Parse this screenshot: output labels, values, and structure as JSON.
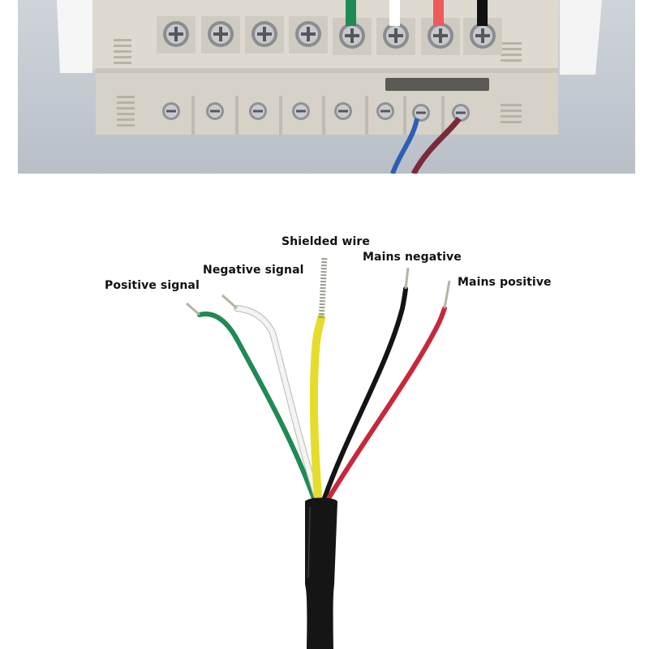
{
  "labels": {
    "positive_signal": "Positive signal",
    "negative_signal": "Negative signal",
    "shielded_wire": "Shielded wire",
    "mains_negative": "Mains negative",
    "mains_positive": "Mains positive"
  },
  "wire_colors": {
    "positive_signal": "#1f8a55",
    "negative_signal": "#f4f4f2",
    "shielded_wire": "#e6dc2a",
    "mains_negative": "#141414",
    "mains_positive": "#c8283c"
  },
  "terminal_indicator_colors": [
    "#1f8a55",
    "#ffffff",
    "#ee5a5a",
    "#111111"
  ],
  "cable_jacket_color": "#151515"
}
